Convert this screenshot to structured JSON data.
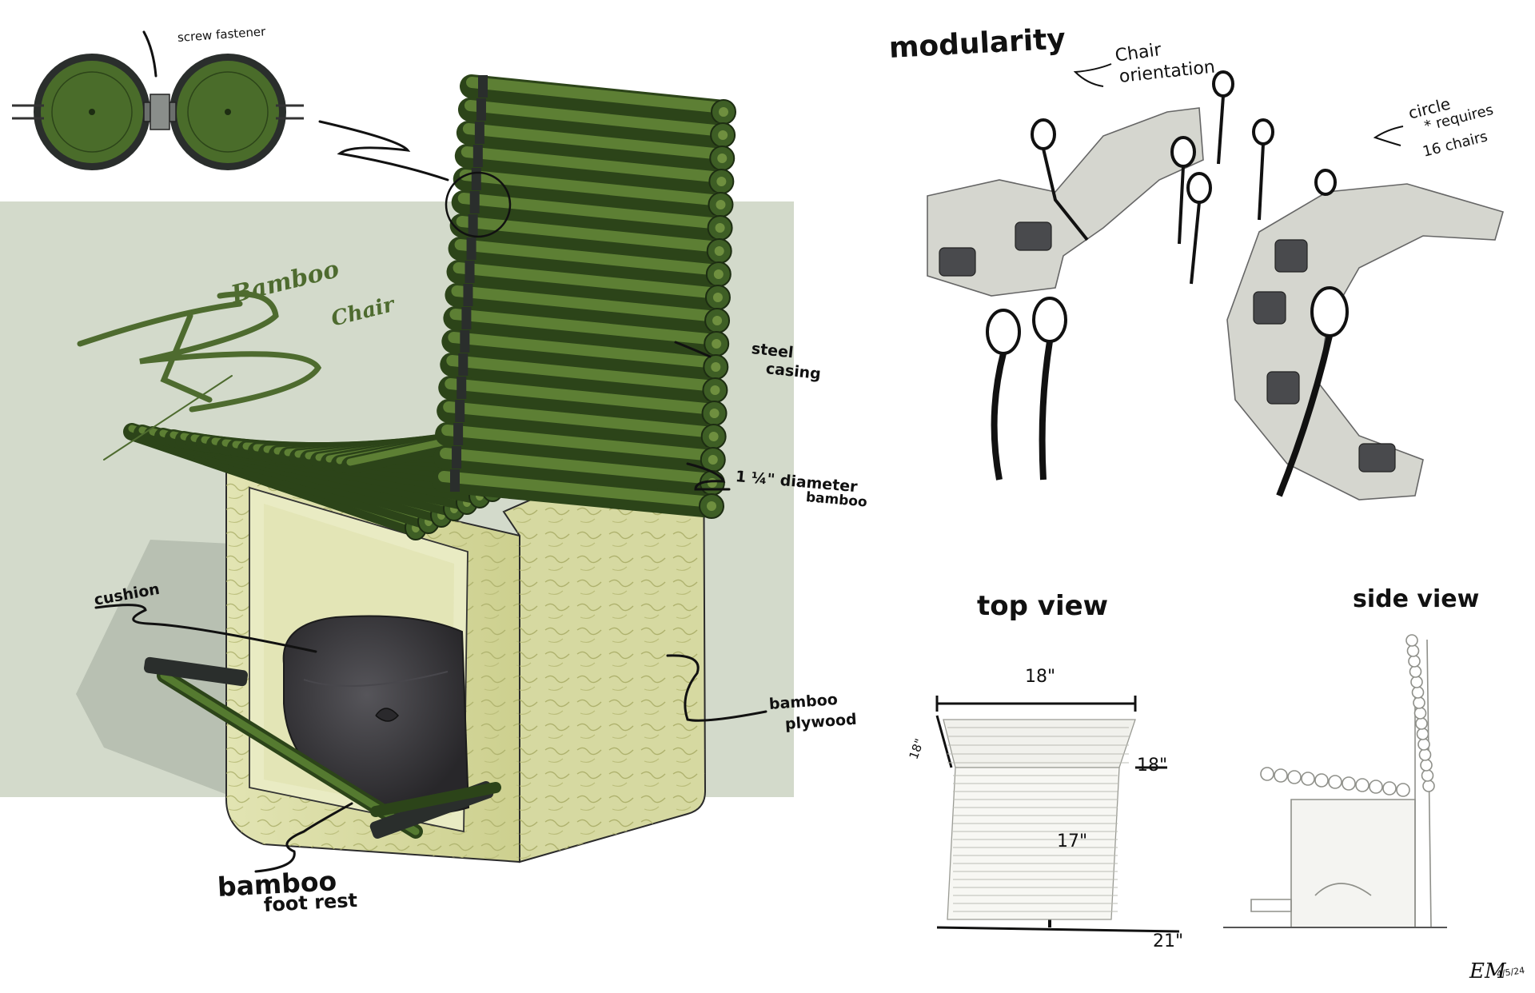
{
  "title": {
    "line1": "Bamboo",
    "line2": "Chair"
  },
  "colors": {
    "backdrop": "#d3dacb",
    "shadow": "#b8c0b2",
    "bamboo_green": "#3e5e25",
    "bamboo_dark": "#2c4419",
    "steel": "#2a2e2c",
    "plywood": "#d6d9a1",
    "plywood_dark": "#b9bd79",
    "cushion": "#3a393b",
    "sketch_grey": "#c9cac3"
  },
  "labels": {
    "screw_fastener": "screw fastener",
    "steel_casing_1": "steel",
    "steel_casing_2": "casing",
    "bamboo_diameter_1": "1 ¼\" diameter",
    "bamboo_diameter_2": "bamboo",
    "cushion": "cushion",
    "plywood_1": "bamboo",
    "plywood_2": "plywood",
    "foot_rest_1": "bamboo",
    "foot_rest_2": "foot rest"
  },
  "modularity": {
    "heading": "modularity",
    "chair_orientation_1": "Chair",
    "chair_orientation_2": "orientation",
    "circle_1": "circle",
    "circle_2": "* requires",
    "circle_3": "16 chairs"
  },
  "top_view": {
    "heading": "top view",
    "width_top": "18\"",
    "depth_left": "18\"",
    "depth_right": "18\"",
    "length_mid": "17\"",
    "width_bottom": "21\""
  },
  "side_view": {
    "heading": "side view"
  },
  "signature": {
    "initials": "EM",
    "date": "4/5/24"
  }
}
